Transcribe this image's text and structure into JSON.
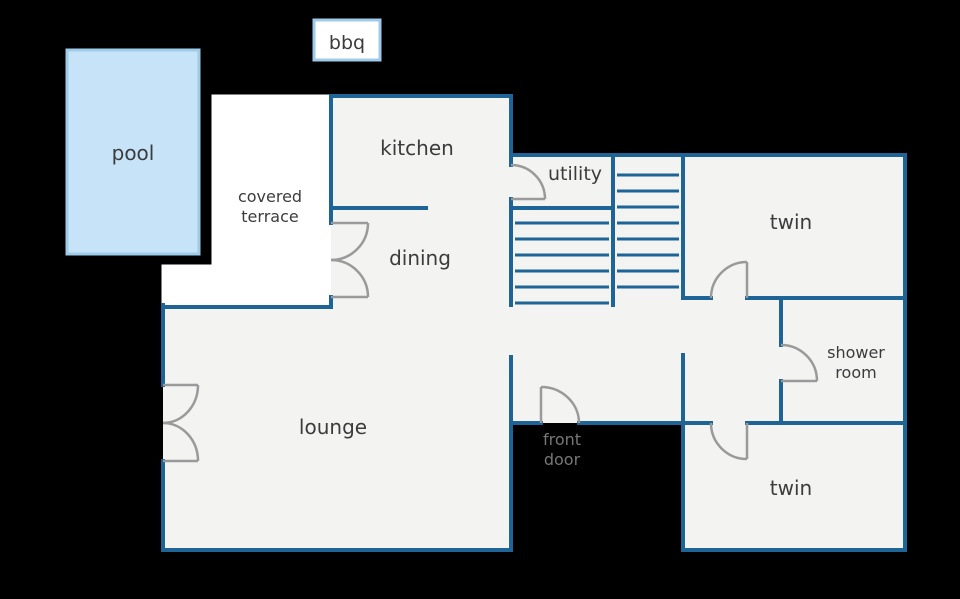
{
  "colors": {
    "background": "#000000",
    "floor": "#f3f3f2",
    "wall": "#1e6496",
    "pool": "#c7e3f7",
    "pool_border": "#9ecbe9",
    "door": "#9a9a9a",
    "text": "#3c3c3c",
    "door_text": "#777777"
  },
  "labels": {
    "bbq": "bbq",
    "pool": "pool",
    "kitchen": "kitchen",
    "utility": "utility",
    "covered_terrace_line1": "covered",
    "covered_terrace_line2": "terrace",
    "dining": "dining",
    "lounge": "lounge",
    "twin_top": "twin",
    "shower_line1": "shower",
    "shower_line2": "room",
    "twin_bottom": "twin",
    "front_door_line1": "front",
    "front_door_line2": "door"
  }
}
